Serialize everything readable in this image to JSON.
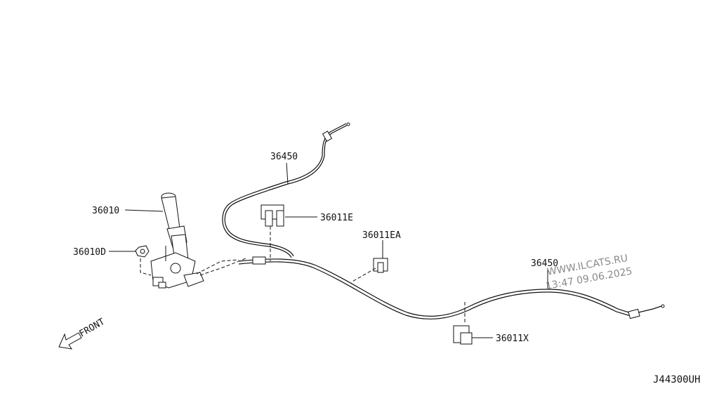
{
  "labels": {
    "p36450_top": "36450",
    "p36010": "36010",
    "p36011E": "36011E",
    "p36011EA": "36011EA",
    "p36010D": "36010D",
    "p36450_right": "36450",
    "p36011X": "36011X"
  },
  "front": "FRONT",
  "watermark": {
    "site": "WWW.ILCATS.RU",
    "timestamp": "13:47 09.06.2025"
  },
  "diagram_code": "J44300UH",
  "icons": [
    "arrow-front-icon"
  ]
}
